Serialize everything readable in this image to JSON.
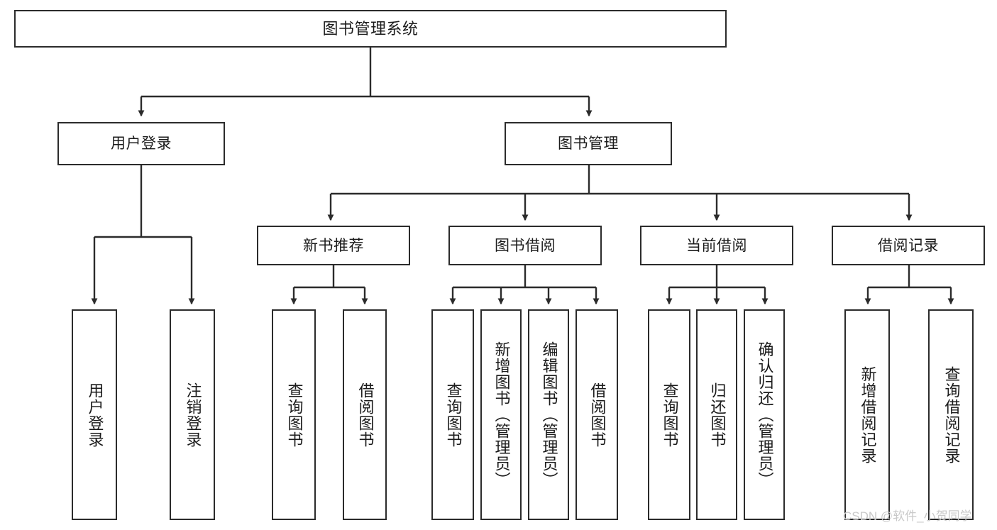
{
  "diagram": {
    "title": "图书管理系统",
    "type": "tree-hierarchy",
    "colors": {
      "box_border": "#2b2b2b",
      "box_fill": "#ffffff",
      "edge": "#2b2b2b",
      "text": "#1b1b1b",
      "watermark": "#c9c9c9",
      "background": "#ffffff"
    }
  },
  "nodes": {
    "root": {
      "label": "图书管理系统"
    },
    "level2": [
      {
        "id": "user-login",
        "label": "用户登录"
      },
      {
        "id": "book-manage",
        "label": "图书管理"
      }
    ],
    "level3": [
      {
        "id": "new-book-recommend",
        "label": "新书推荐"
      },
      {
        "id": "book-borrow",
        "label": "图书借阅"
      },
      {
        "id": "current-borrow",
        "label": "当前借阅"
      },
      {
        "id": "borrow-record",
        "label": "借阅记录"
      }
    ],
    "leaves": {
      "user-login": [
        {
          "id": "leaf-user-login",
          "label": "用户登录"
        },
        {
          "id": "leaf-logout-login",
          "label": "注销登录"
        }
      ],
      "new-book-recommend": [
        {
          "id": "leaf-query-book-1",
          "label": "查询图书"
        },
        {
          "id": "leaf-borrow-book-1",
          "label": "借阅图书"
        }
      ],
      "book-borrow": [
        {
          "id": "leaf-query-book-2",
          "label": "查询图书"
        },
        {
          "id": "leaf-add-book-admin",
          "label": "新增图书（管理员）"
        },
        {
          "id": "leaf-edit-book-admin",
          "label": "编辑图书（管理员）"
        },
        {
          "id": "leaf-borrow-book-2",
          "label": "借阅图书"
        }
      ],
      "current-borrow": [
        {
          "id": "leaf-query-book-3",
          "label": "查询图书"
        },
        {
          "id": "leaf-return-book",
          "label": "归还图书"
        },
        {
          "id": "leaf-confirm-return-admin",
          "label": "确认归还（管理员）"
        }
      ],
      "borrow-record": [
        {
          "id": "leaf-add-borrow-record",
          "label": "新增借阅记录"
        },
        {
          "id": "leaf-query-borrow-record",
          "label": "查询借阅记录"
        }
      ]
    }
  },
  "watermark": {
    "text": "CSDN @软件_小贺同学"
  }
}
